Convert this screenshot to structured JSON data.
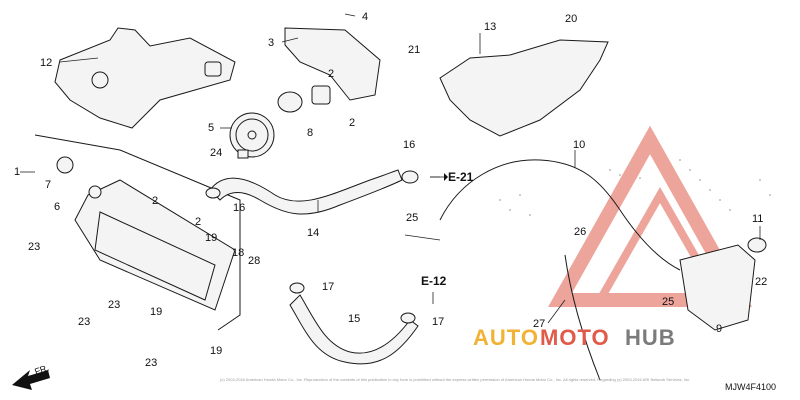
{
  "diagram": {
    "code": "MJW4F4100",
    "direction_label": "FR.",
    "refs": {
      "e21": "E-21",
      "e12": "E-12"
    },
    "copyright": "(c) 2003-2016 American Honda Motor Co., Inc. Reproduction of the contents of this publication in any form is prohibited without the express written permission of American Honda Motor Co., Inc. All rights reserved. Regarding (c) 2003-2016 ARI Network Services, Inc.",
    "watermark": {
      "word_1": "AUTO",
      "word_2": "MOTO",
      "word_3": "HUB",
      "color_1": "#f2b233",
      "color_2": "#e05a4a",
      "color_3": "#7b7b7b"
    },
    "callouts": [
      "1",
      "2",
      "2",
      "2",
      "2",
      "3",
      "4",
      "5",
      "6",
      "7",
      "8",
      "9",
      "10",
      "11",
      "12",
      "13",
      "14",
      "15",
      "16",
      "16",
      "17",
      "17",
      "18",
      "19",
      "19",
      "19",
      "20",
      "21",
      "22",
      "23",
      "23",
      "23",
      "23",
      "24",
      "25",
      "25",
      "26",
      "27",
      "28"
    ]
  }
}
